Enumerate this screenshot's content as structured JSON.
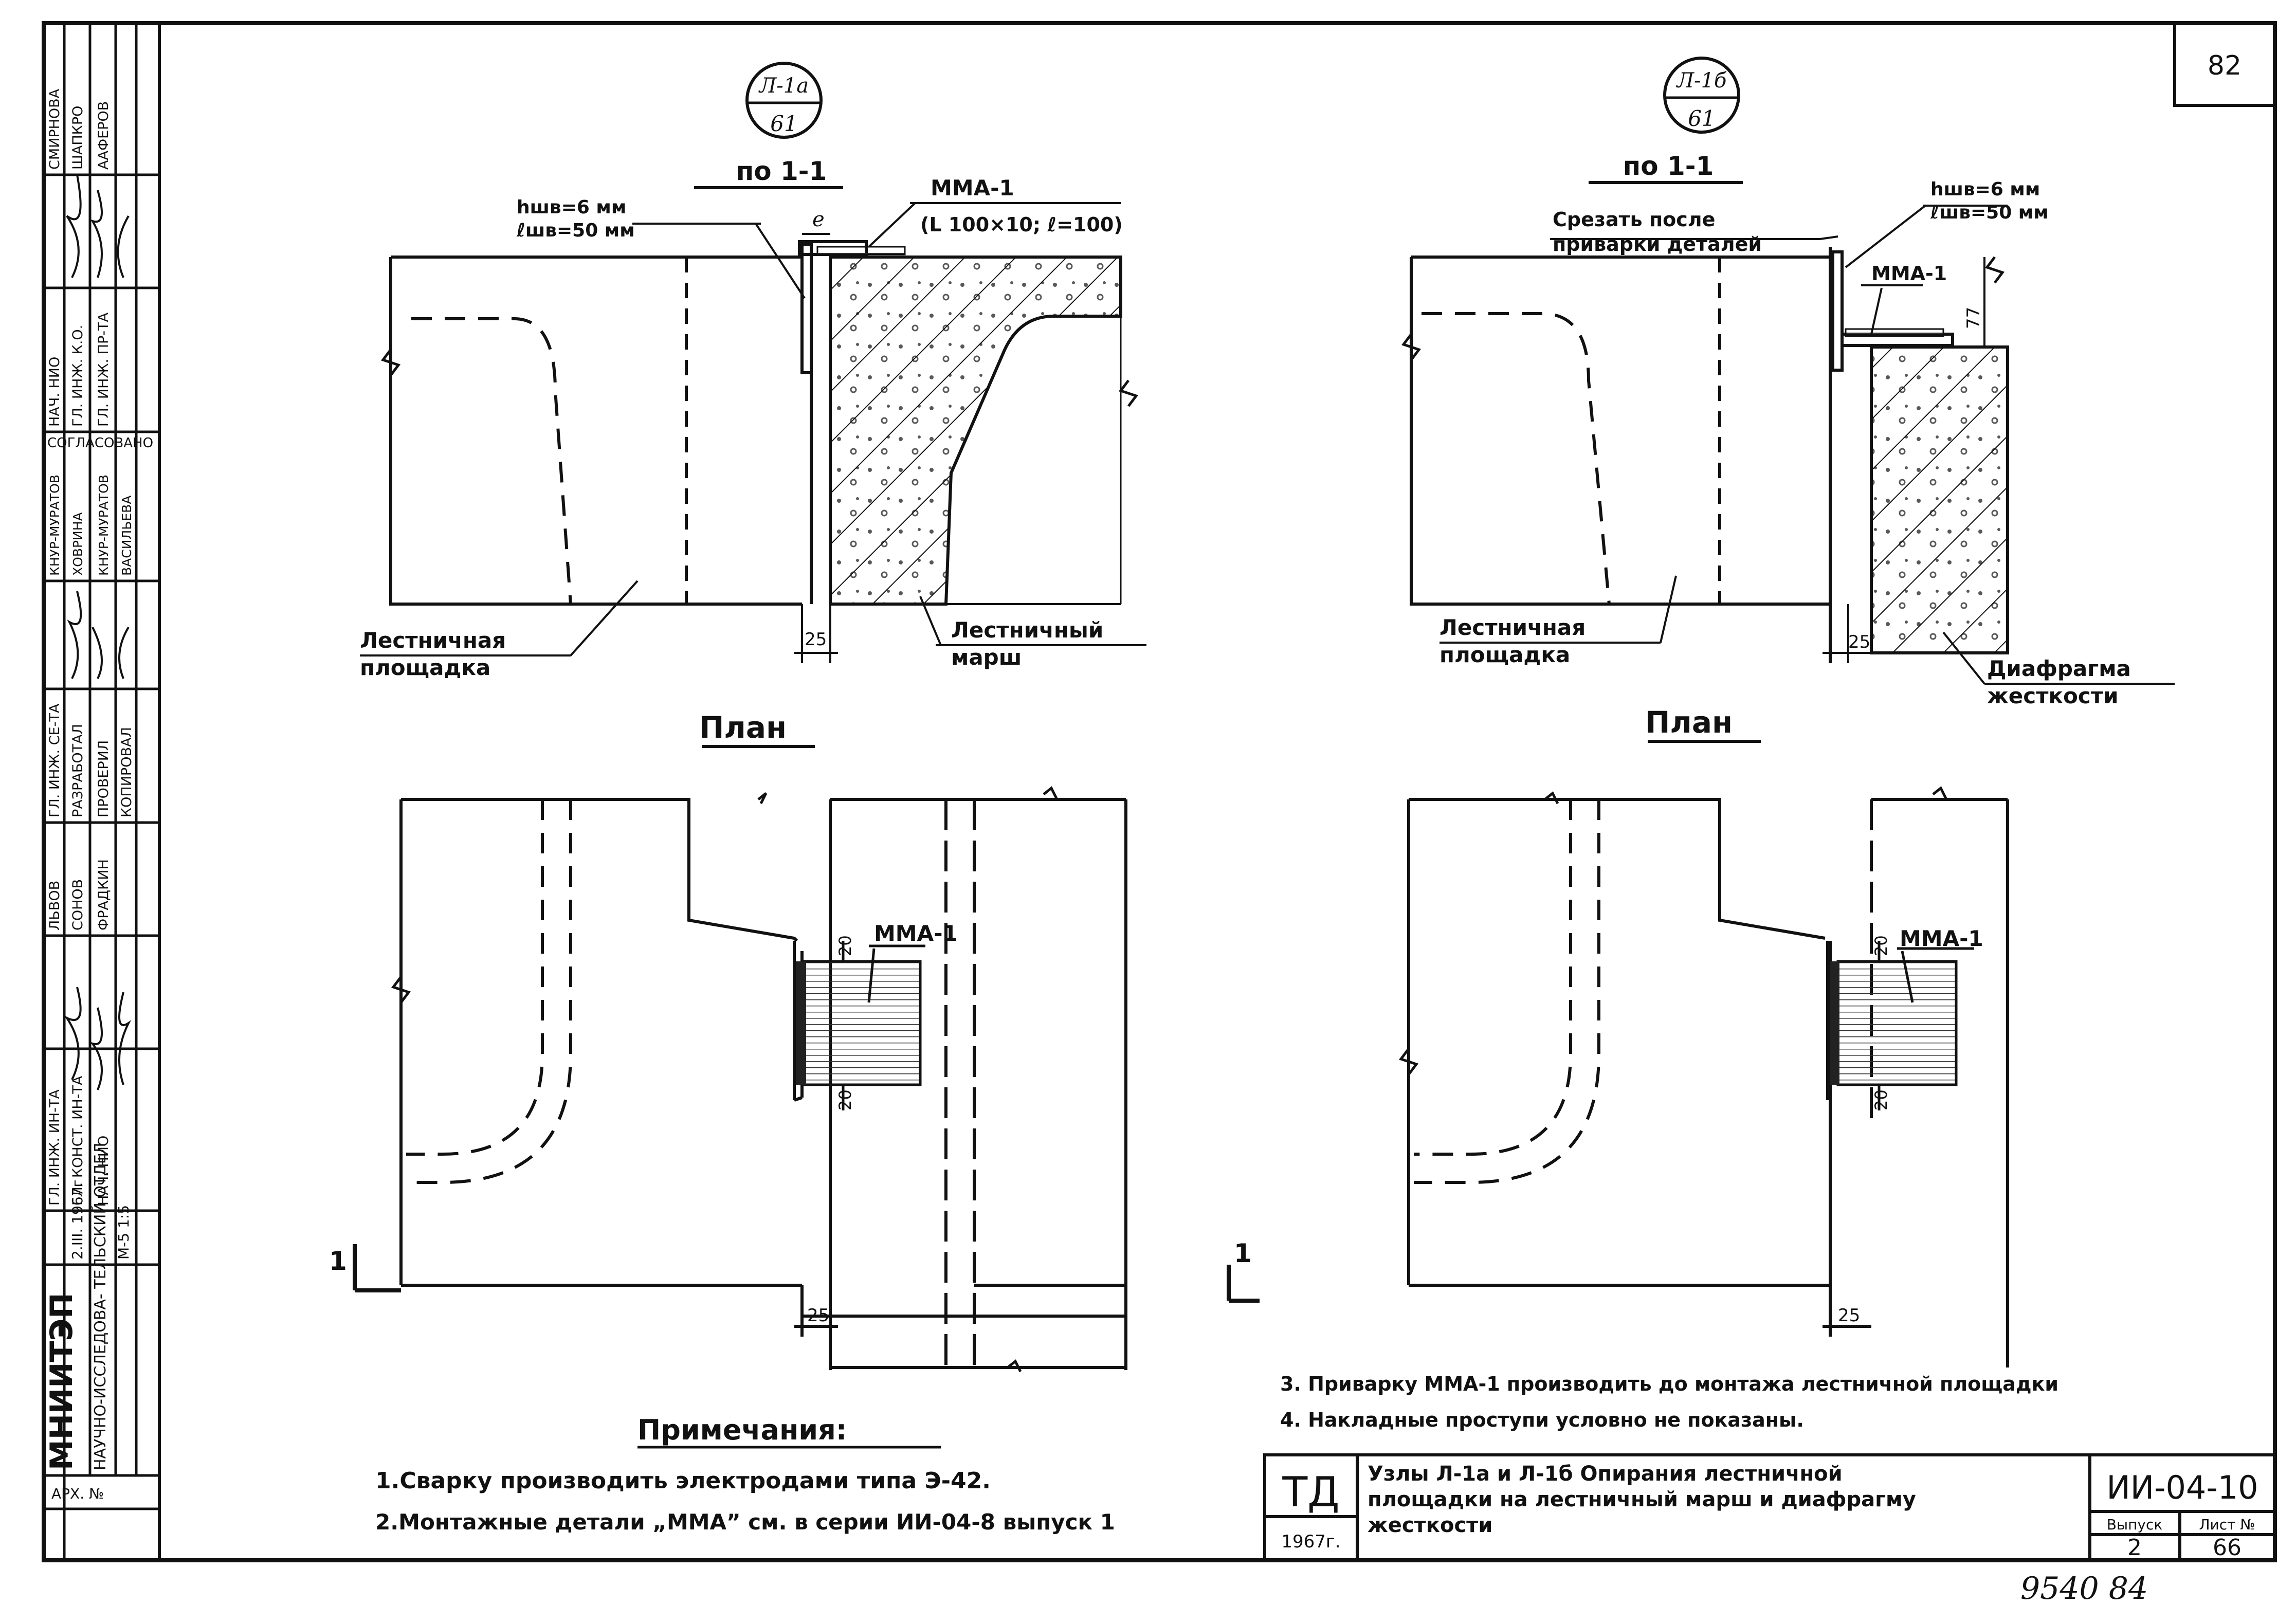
{
  "sheet": {
    "number": "82",
    "footer_handwritten": "9540 84"
  },
  "stamp": {
    "org": "МНИИТЭП",
    "dept": "НАУЧНО-ИССЛЕДОВА- ТЕЛЬСКИЙ ОТДЕЛ",
    "archive": "АРХ. №",
    "date": "2.III. 1967г",
    "scale": "М-5 1:5",
    "roles": [
      "ГЛ. ИНЖ. ИН-ТА",
      "ГЛ. КОНСТ. ИН-ТА",
      "НАЧ. НИО",
      "ГЛ. ИНЖ. СЕ-ТА",
      "РАЗРАБОТАЛ",
      "ПРОВЕРИЛ",
      "КОПИРОВАЛ"
    ],
    "people": [
      "ЛЬВОВ",
      "СОНОВ",
      "ФРАДКИН",
      "КНУР-МУРАТОВ",
      "ХОВРИНА",
      "КНУР-МУРАТОВ",
      "ВАСИЛЬЕВА"
    ],
    "agreed": "СОГЛАСОВАНО",
    "agreed_roles": [
      "НАЧ. НИО",
      "ГЛ. ИНЖ. К.О.",
      "ГЛ. ИНЖ. ПР-ТА"
    ],
    "agreed_people": [
      "СМИРНОВА",
      "ШАПКРО",
      "ААФЕРОВ"
    ]
  },
  "left_section": {
    "marker_top": "Л-1а",
    "marker_bottom": "61",
    "section_label": "по 1-1",
    "weld": "hшв=6 мм\nℓшв=50 мм",
    "mma_label": "ММА-1",
    "mma_spec": "(L 100×10; ℓ=100)",
    "dim_e": "е",
    "dim_25": "25",
    "landing_label": "Лестничная\nплощадка",
    "march_label": "Лестничный\nмарш"
  },
  "right_section": {
    "marker_top": "Л-1б",
    "marker_bottom": "61",
    "section_label": "по 1-1",
    "weld": "hшв=6 мм\nℓшв=50 мм",
    "cut_note": "Срезать после\nприварки деталей",
    "mma_label": "ММА-1",
    "dim_77": "77",
    "dim_25": "25",
    "landing_label": "Лестничная\nплощадка",
    "diaphragm_label": "Диафрагма\nжесткости"
  },
  "left_plan": {
    "title": "План",
    "mma_label": "ММА-1",
    "dim_top": "20",
    "dim_bottom": "20",
    "dim_25": "25",
    "cut_mark": "1"
  },
  "right_plan": {
    "title": "План",
    "mma_label": "ММА-1",
    "dim_top": "20",
    "dim_bottom": "20",
    "dim_25": "25",
    "cut_mark": "1"
  },
  "notes": {
    "title": "Примечания:",
    "items": [
      "1.Сварку производить электродами типа Э-42.",
      "2.Монтажные детали „ММА” см. в серии ИИ-04-8 выпуск 1",
      "3. Приварку ММА-1 производить до монтажа лестничной площадки",
      "4. Накладные проступи условно не показаны."
    ]
  },
  "title_block": {
    "logo": "ТД",
    "year": "1967г.",
    "title": "Узлы Л-1а и Л-1б Опирания лестничной\nплощадки на лестничный марш и диафрагму\nжесткости",
    "code": "ИИ-04-10",
    "issue_label": "Выпуск",
    "issue": "2",
    "sheet_label": "Лист №",
    "sheet": "66"
  }
}
